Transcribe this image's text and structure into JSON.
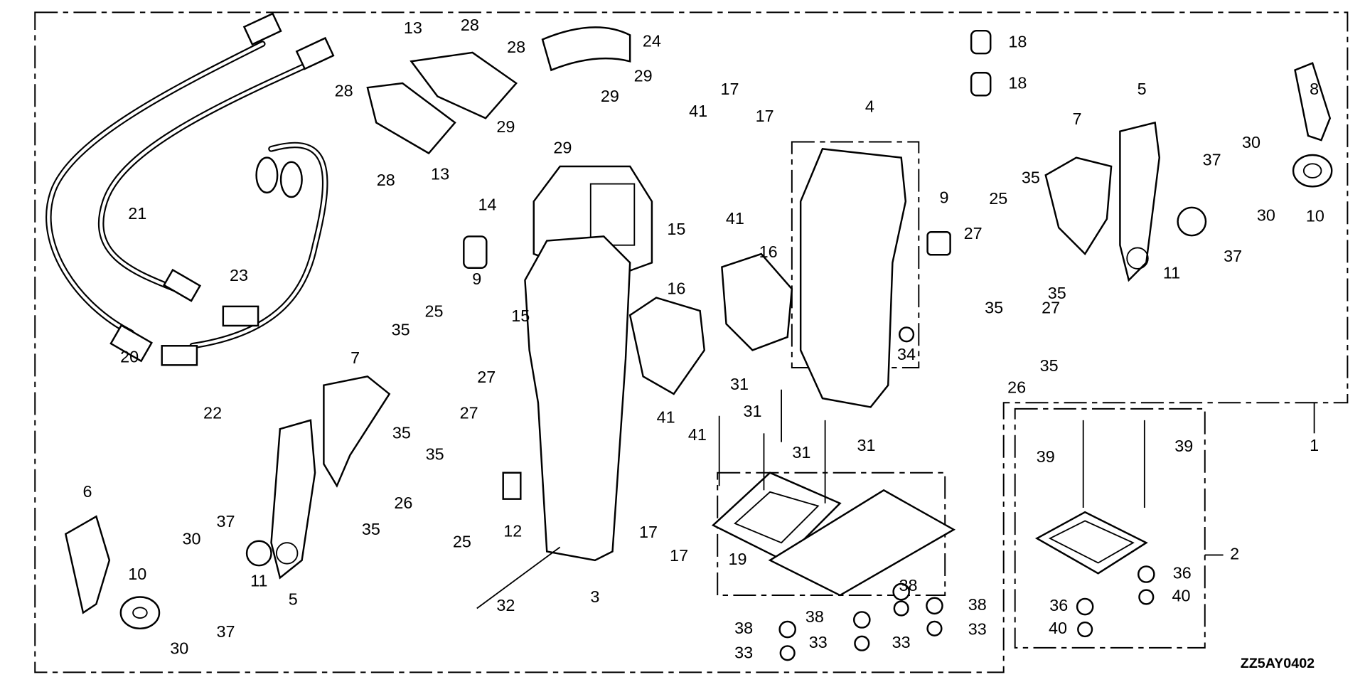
{
  "diagram": {
    "drawing_code": "ZZ5AY0402",
    "part_labels": [
      "13",
      "28",
      "28",
      "24",
      "29",
      "29",
      "29",
      "29",
      "28",
      "28",
      "13",
      "18",
      "18",
      "8",
      "5",
      "4",
      "17",
      "17",
      "41",
      "41",
      "15",
      "16",
      "14",
      "21",
      "23",
      "9",
      "15",
      "16",
      "7",
      "35",
      "25",
      "9",
      "27",
      "35",
      "27",
      "35",
      "30",
      "37",
      "30",
      "37",
      "11",
      "10",
      "34",
      "26",
      "35",
      "20",
      "22",
      "7",
      "35",
      "25",
      "27",
      "27",
      "35",
      "35",
      "26",
      "35",
      "6",
      "10",
      "30",
      "37",
      "11",
      "5",
      "37",
      "30",
      "12",
      "25",
      "41",
      "41",
      "17",
      "17",
      "31",
      "31",
      "31",
      "31",
      "19",
      "32",
      "3",
      "38",
      "38",
      "38",
      "38",
      "33",
      "33",
      "33",
      "33",
      "39",
      "39",
      "36",
      "36",
      "40",
      "40",
      "1",
      "2"
    ],
    "line_color": "#000000",
    "background": "#ffffff"
  }
}
